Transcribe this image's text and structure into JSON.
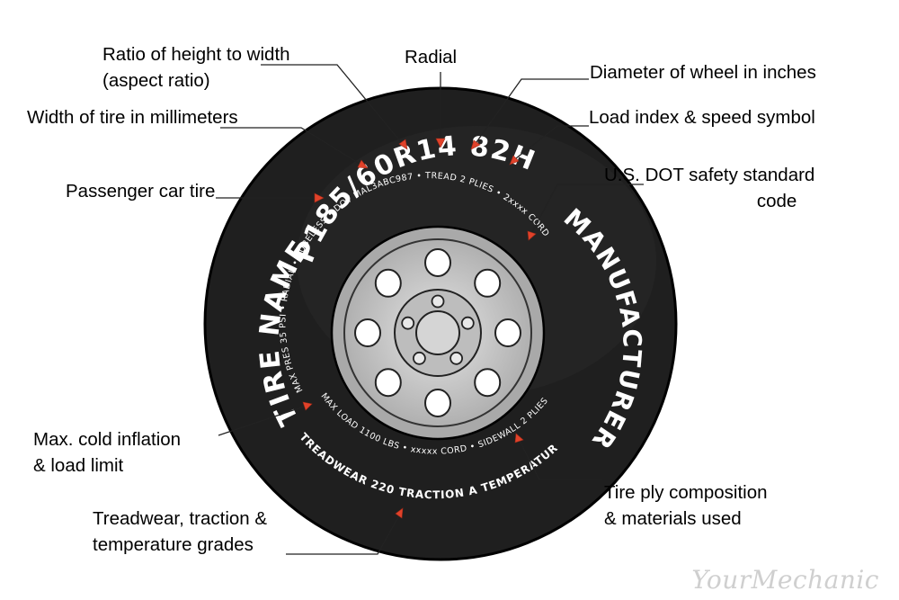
{
  "tire": {
    "size_code": "P185/60R14 82H",
    "brand_left": "TIRE NAME",
    "brand_right": "MANUFACTURER",
    "inner_text_top": "MAX PRES 35 PSI • RADIAL • TUBELESS • DOT MAL3ABC987 • TREAD 2 PLIES • 2xxxx CORD",
    "inner_text_bottom": "MAX LOAD 1100 LBS • xxxxx CORD • SIDEWALL 2 PLIES 2xxxxx",
    "outer_text_bottom": "TREADWEAR 220 TRACTION A TEMPERATURE A"
  },
  "labels": {
    "aspect_ratio": [
      "Ratio of height to width",
      "(aspect ratio)"
    ],
    "radial": [
      "Radial"
    ],
    "diameter": [
      "Diameter of wheel in inches"
    ],
    "width": [
      "Width of tire in millimeters"
    ],
    "load_speed": [
      "Load index & speed symbol"
    ],
    "passenger": [
      "Passenger car tire"
    ],
    "dot": [
      "U.S. DOT safety standard",
      "code"
    ],
    "max_inflation": [
      "Max. cold inflation",
      "& load limit"
    ],
    "ply": [
      "Tire ply composition",
      "& materials used"
    ],
    "treadwear": [
      "Treadwear, traction &",
      "temperature grades"
    ]
  },
  "watermark": "YourMechanic",
  "colors": {
    "tire": "#1f1f1f",
    "rim": "#c9c9c9",
    "arrow": "#e0422a",
    "text": "#000000"
  }
}
